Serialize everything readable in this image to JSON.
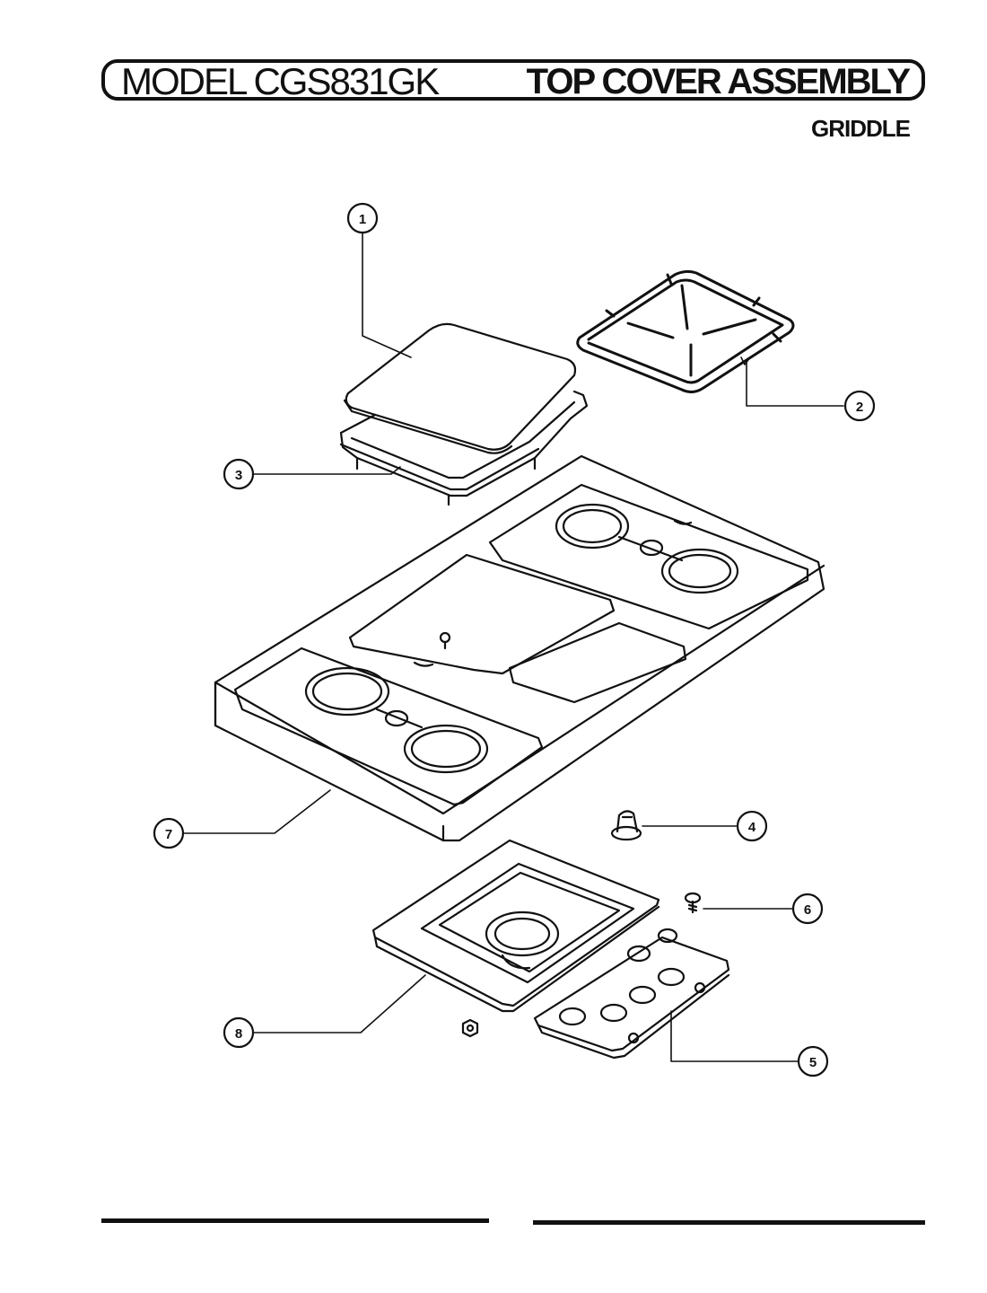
{
  "header": {
    "model": "MODEL CGS831GK",
    "assembly": "TOP COVER ASSEMBLY",
    "subtitle": "GRIDDLE"
  },
  "callouts": [
    "1",
    "2",
    "3",
    "4",
    "5",
    "6",
    "7",
    "8"
  ]
}
